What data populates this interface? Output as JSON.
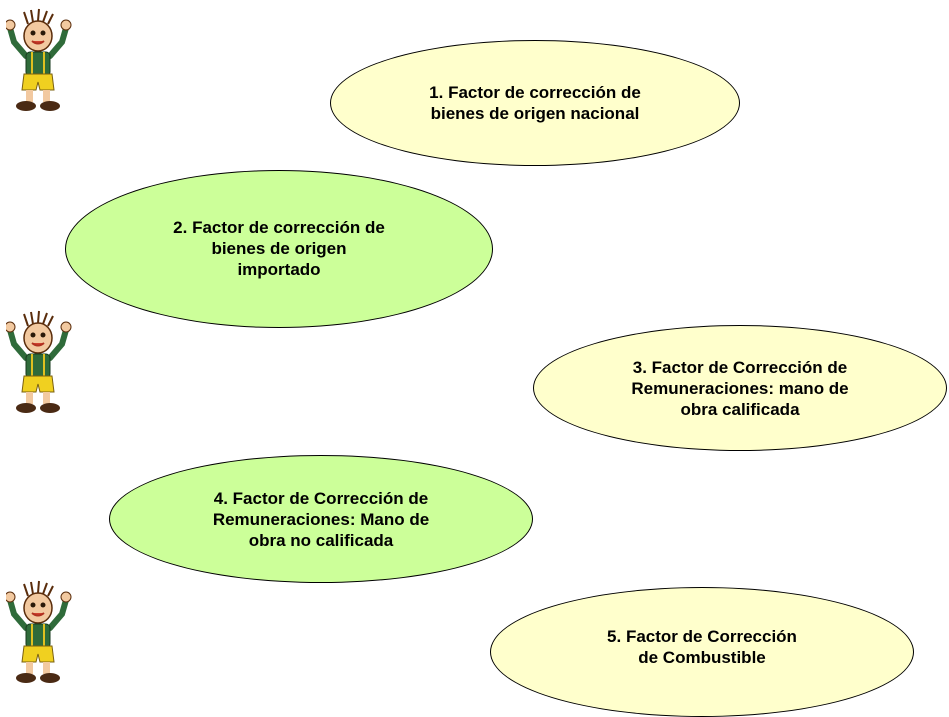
{
  "colors": {
    "yellow_fill": "#FFFFCC",
    "green_fill": "#CCFF99",
    "outline": "#000000"
  },
  "ovals": [
    {
      "text": "1. Factor de corrección de\nbienes de origen nacional",
      "color": "yellow"
    },
    {
      "text": "2. Factor de corrección de\nbienes de origen\nimportado",
      "color": "green"
    },
    {
      "text": "3. Factor de Corrección de\nRemuneraciones: mano de\nobra calificada",
      "color": "yellow"
    },
    {
      "text": "4. Factor de Corrección de\nRemuneraciones: Mano de\nobra no calificada",
      "color": "green"
    },
    {
      "text": "5. Factor de Corrección\nde Combustible",
      "color": "yellow"
    }
  ],
  "figures": [
    {
      "icon": "waving-boy-icon"
    },
    {
      "icon": "waving-boy-icon"
    },
    {
      "icon": "waving-boy-icon"
    }
  ]
}
